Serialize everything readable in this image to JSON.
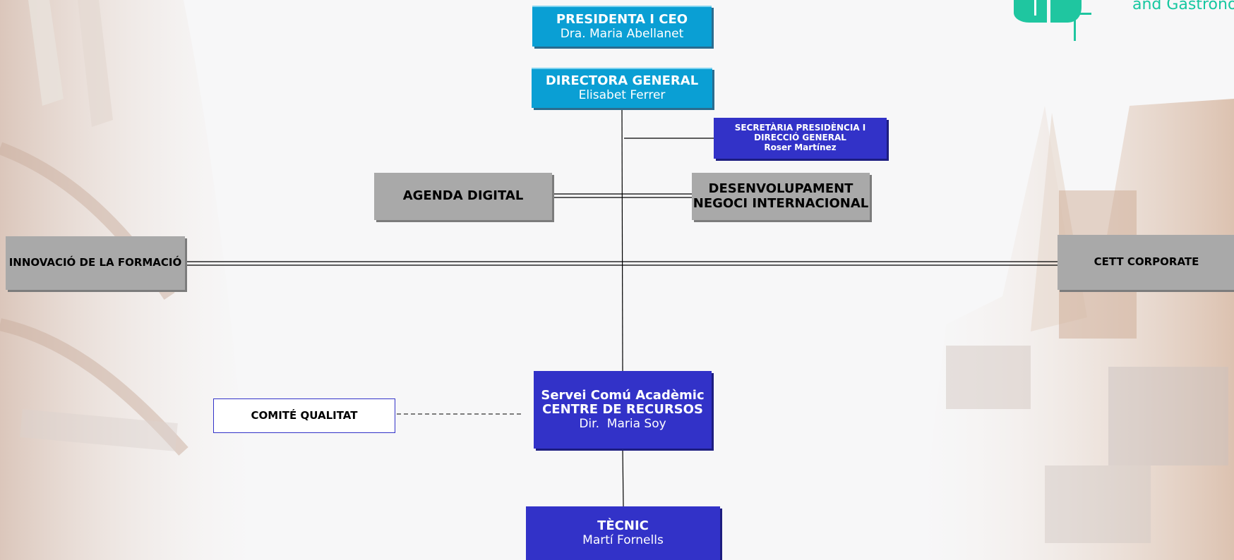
{
  "chart_nodes": {
    "president": {
      "role": "PRESIDENTA I CEO",
      "name": "Dra. Maria Abellanet"
    },
    "director_general": {
      "role": "DIRECTORA GENERAL",
      "name": "Elisabet Ferrer"
    },
    "secretary": {
      "line1": "SECRETÀRIA PRESIDÈNCIA I",
      "line2": "DIRECCIÓ GENERAL",
      "name": "Roser Martínez"
    },
    "agenda_digital": {
      "label": "AGENDA DIGITAL"
    },
    "international": {
      "line1": "DESENVOLUPAMENT",
      "line2": "NEGOCI INTERNACIONAL"
    },
    "innovacio": {
      "label": "INNOVACIÓ DE LA FORMACIÓ"
    },
    "cett_corporate": {
      "label": "CETT CORPORATE"
    },
    "centre_recursos": {
      "line1": "Servei Comú Acadèmic",
      "line2": "CENTRE DE RECURSOS",
      "name": "Dir.  Maria Soy"
    },
    "comite_qualitat": {
      "label": "COMITÉ QUALITAT"
    },
    "tecnic": {
      "role": "TÈCNIC",
      "name": "Martí Fornells"
    }
  },
  "logo": {
    "text": "and Gastronom"
  },
  "colors": {
    "cyan_box": "#0a9fd4",
    "blue_box": "#3232c8",
    "grey_box": "#a9a9a9",
    "logo_green": "#16c7a0"
  }
}
